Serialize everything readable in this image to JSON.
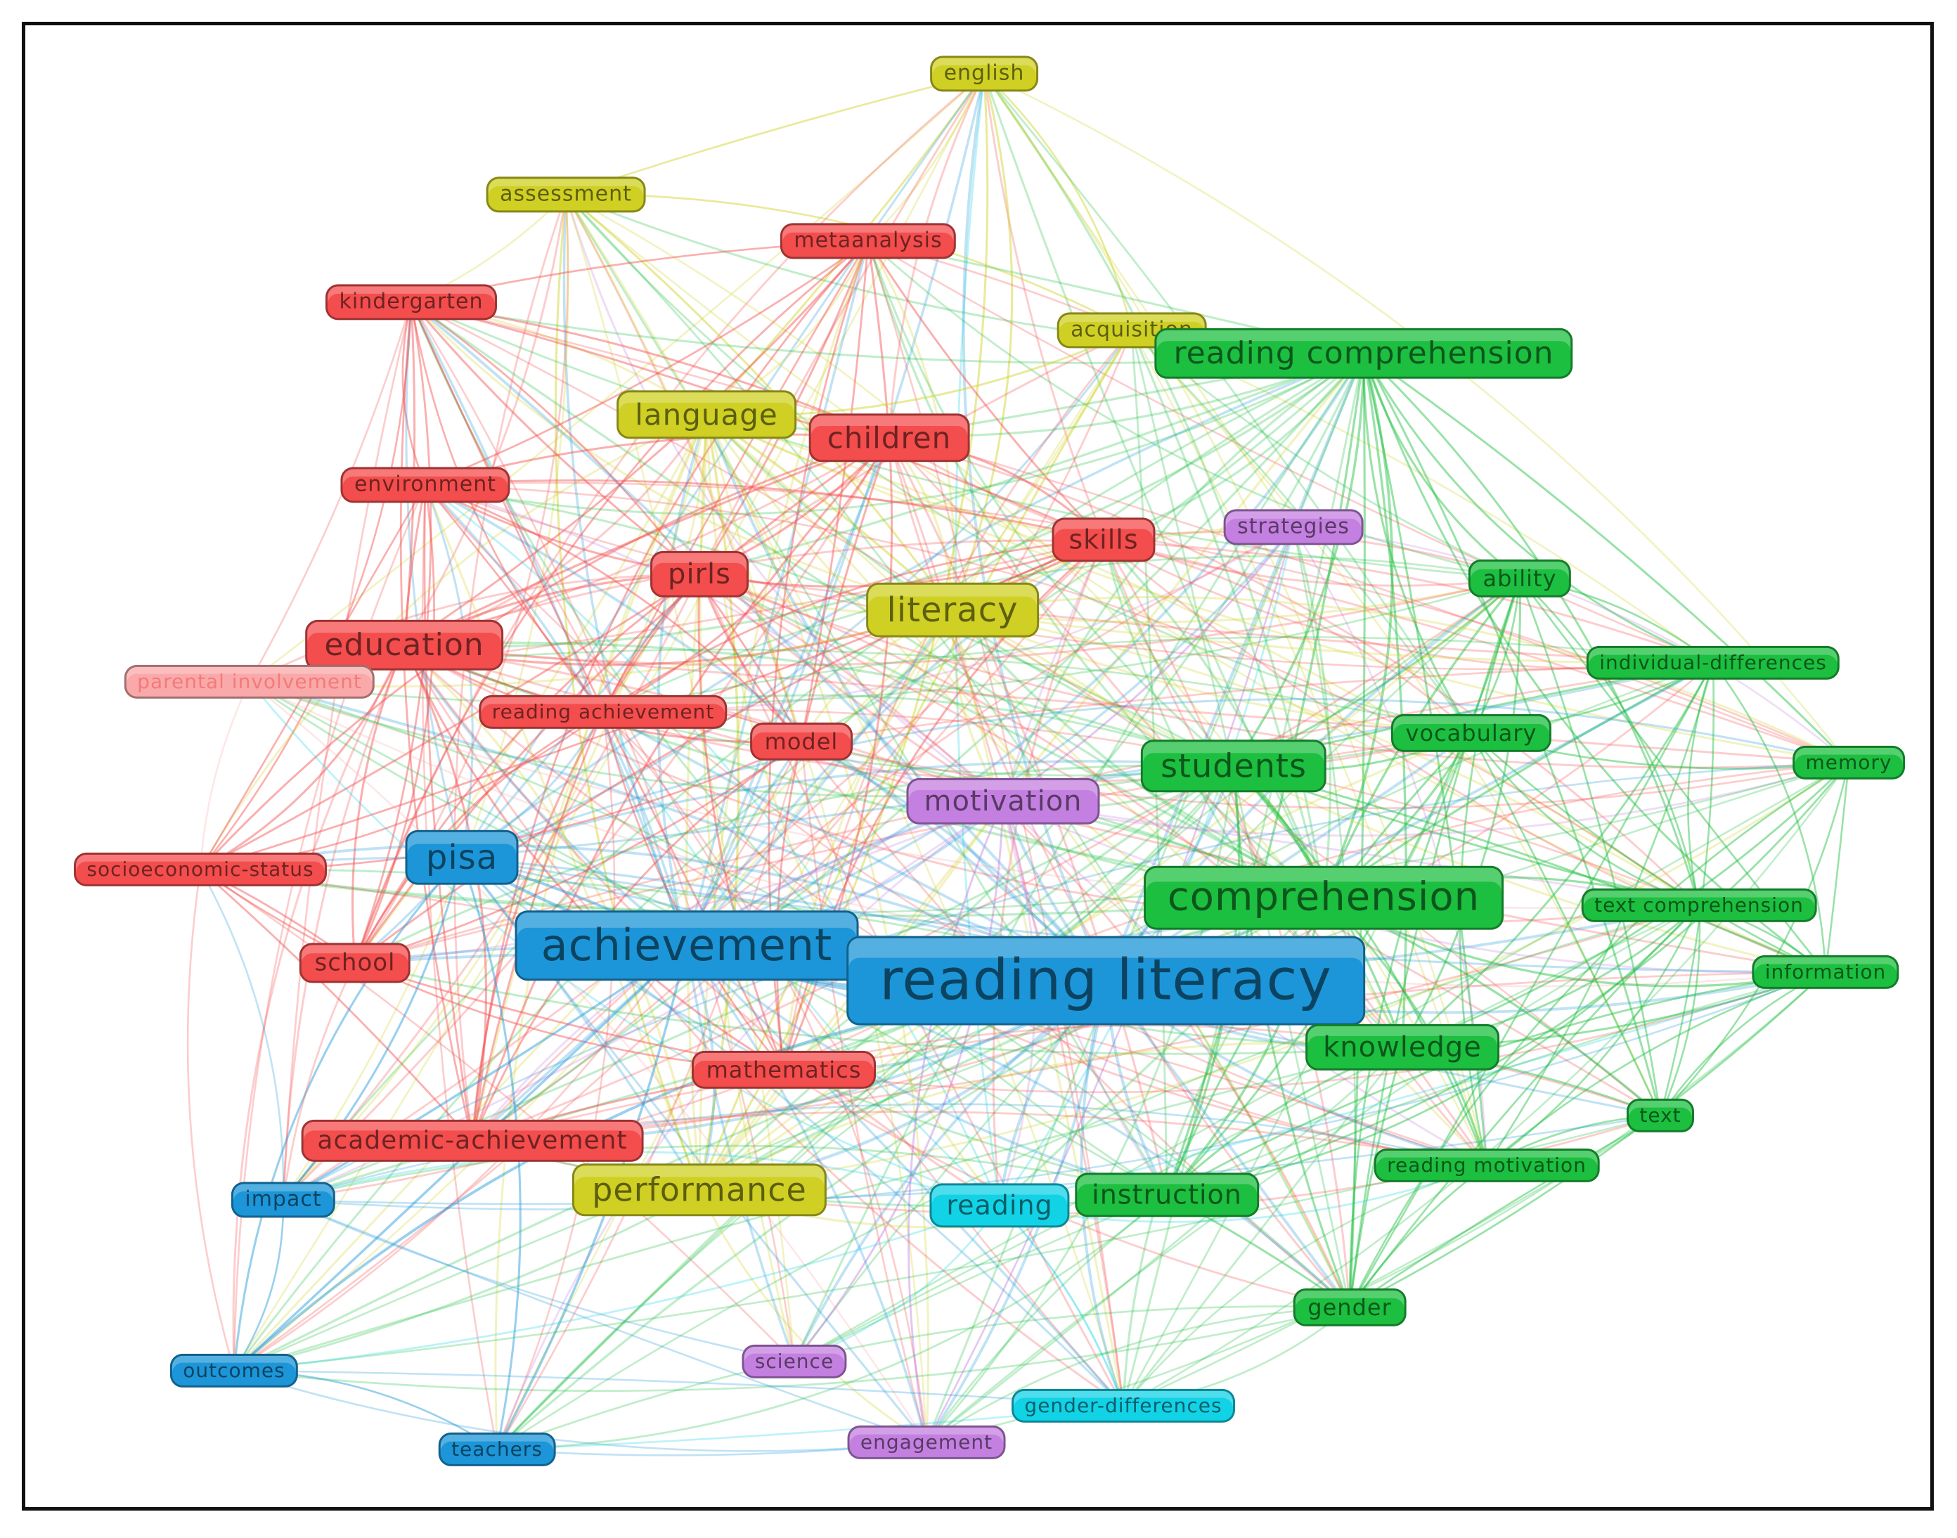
{
  "colors": {
    "red": "#f44d4d",
    "yellow": "#cfd023",
    "green": "#1cbf3f",
    "blue": "#1c96d8",
    "cyan": "#12d2e6",
    "purple": "#c480e0",
    "pink": "#f9a9a9"
  },
  "clusters": {
    "red": [
      "kindergarten",
      "metaanalysis",
      "children",
      "environment",
      "skills",
      "pirls",
      "education",
      "reading achievement",
      "model",
      "socioeconomic-status",
      "school",
      "mathematics",
      "academic-achievement"
    ],
    "pink": [
      "parental involvement"
    ],
    "yellow": [
      "english",
      "assessment",
      "acquisition",
      "language",
      "literacy",
      "performance"
    ],
    "green": [
      "reading comprehension",
      "ability",
      "individual-differences",
      "vocabulary",
      "students",
      "memory",
      "comprehension",
      "text comprehension",
      "information",
      "knowledge",
      "text",
      "reading motivation",
      "instruction",
      "gender"
    ],
    "blue": [
      "pisa",
      "achievement",
      "reading literacy",
      "impact",
      "outcomes",
      "teachers"
    ],
    "cyan": [
      "reading",
      "gender-differences"
    ],
    "purple": [
      "strategies",
      "motivation",
      "science",
      "engagement"
    ]
  }
}
